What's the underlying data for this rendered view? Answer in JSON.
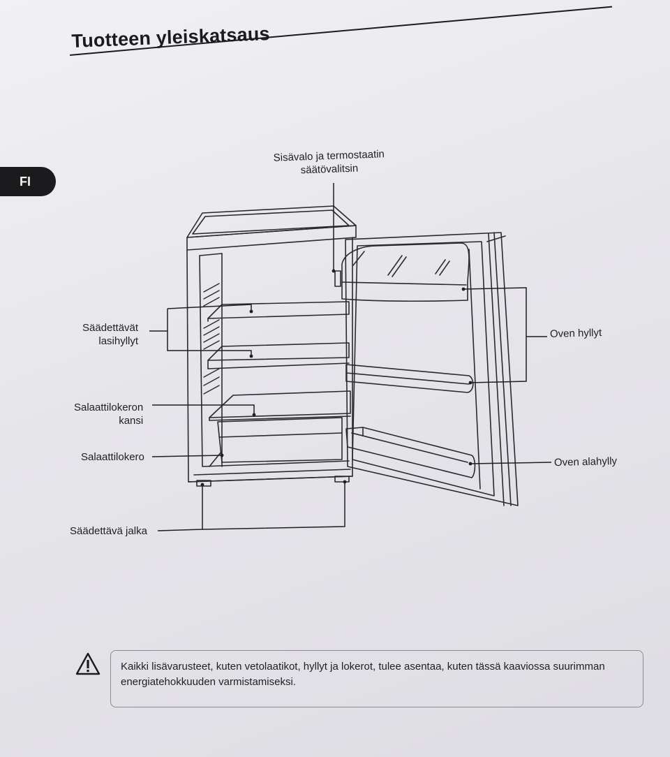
{
  "page": {
    "title": "Tuotteen yleiskatsaus",
    "language_tab": "FI"
  },
  "labels": {
    "interior_light_line1": "Sisävalo ja termostaatin",
    "interior_light_line2": "säätövalitsin",
    "glass_shelves_line1": "Säädettävät",
    "glass_shelves_line2": "lasihyllyt",
    "crisper_cover_line1": "Salaattilokeron",
    "crisper_cover_line2": "kansi",
    "crisper": "Salaattilokero",
    "adjustable_foot": "Säädettävä jalka",
    "door_shelves": "Oven hyllyt",
    "door_bottom_shelf": "Oven alahylly"
  },
  "notice": {
    "icon": "warning-triangle-icon",
    "text": "Kaikki lisävarusteet, kuten vetolaatikot, hyllyt ja lokerot, tulee asentaa, kuten tässä kaaviossa suurimman energiatehokkuuden varmistamiseksi."
  }
}
